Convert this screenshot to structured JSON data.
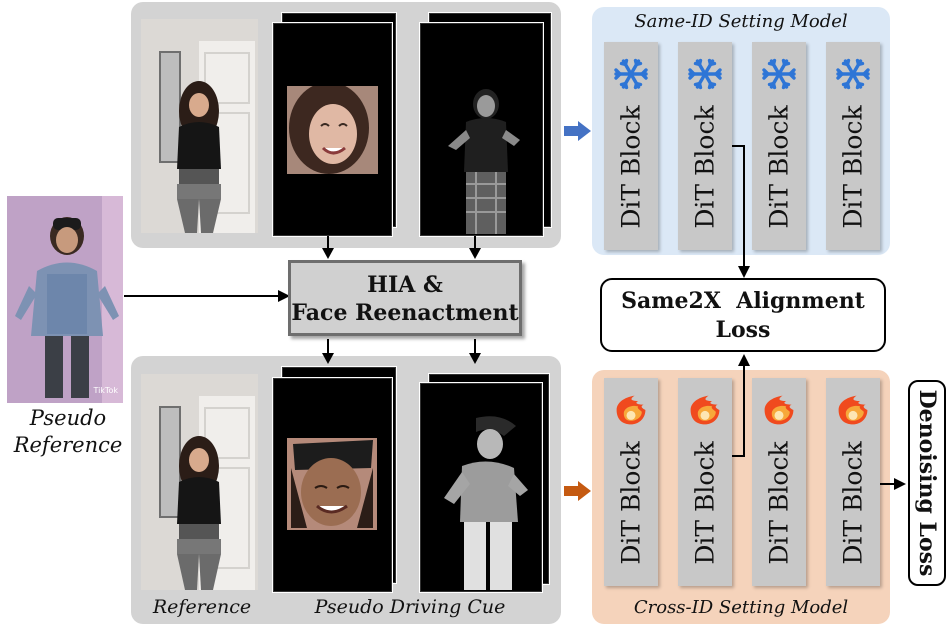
{
  "labels": {
    "pseudo_reference": [
      "Pseudo",
      "Reference"
    ],
    "reference": "Reference",
    "pseudo_driving_cue": "Pseudo Driving Cue",
    "same_id_model": "Same-ID Setting Model",
    "cross_id_model": "Cross-ID Setting Model",
    "hia_box": [
      "HIA &",
      "Face Reenactment"
    ],
    "alignment_loss": [
      "Same2X  Alignment",
      "Loss"
    ],
    "denoising_loss": "Denoising Loss",
    "tiktok_watermark": "TikTok"
  },
  "blocks": {
    "same_id": [
      "DiT Block",
      "DiT Block",
      "DiT Block",
      "DiT Block"
    ],
    "cross_id": [
      "DiT Block",
      "DiT Block",
      "DiT Block",
      "DiT Block"
    ]
  },
  "icons": {
    "same_id": "snowflake-icon",
    "cross_id": "flame-icon"
  },
  "colors": {
    "same_panel": "#dbe8f6",
    "cross_panel": "#f5d3bb",
    "gray_panel": "#d3d3d3",
    "blue_arrow": "#4472c4",
    "orange_arrow": "#c55a11",
    "snowflake": "#2e75d6",
    "flame": "#f04a1e"
  }
}
